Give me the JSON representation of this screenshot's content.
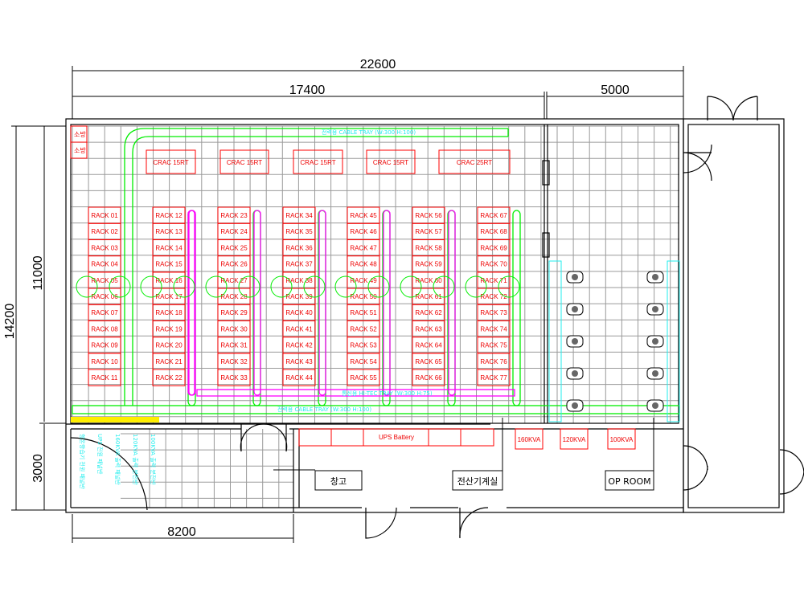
{
  "dimensions": {
    "total_width": "22600",
    "main_width": "17400",
    "op_width": "5000",
    "total_height": "14200",
    "main_height": "11000",
    "lower_height": "3000",
    "lower_left_width": "8200"
  },
  "fire_labels": [
    "소방",
    "소방"
  ],
  "crac_units": [
    "CRAC 15RT",
    "CRAC 15RT",
    "CRAC 15RT",
    "CRAC 15RT",
    "CRAC 25RT"
  ],
  "rack_columns": [
    [
      "RACK 01",
      "RACK 02",
      "RACK 03",
      "RACK 04",
      "RACK 05",
      "RACK 06",
      "RACK 07",
      "RACK 08",
      "RACK 09",
      "RACK 10",
      "RACK 11"
    ],
    [
      "RACK 12",
      "RACK 13",
      "RACK 14",
      "RACK 15",
      "RACK 16",
      "RACK 17",
      "RACK 18",
      "RACK 19",
      "RACK 20",
      "RACK 21",
      "RACK 22"
    ],
    [
      "RACK 23",
      "RACK 24",
      "RACK 25",
      "RACK 26",
      "RACK 27",
      "RACK 28",
      "RACK 29",
      "RACK 30",
      "RACK 31",
      "RACK 32",
      "RACK 33"
    ],
    [
      "RACK 34",
      "RACK 35",
      "RACK 36",
      "RACK 37",
      "RACK 38",
      "RACK 39",
      "RACK 40",
      "RACK 41",
      "RACK 42",
      "RACK 43",
      "RACK 44"
    ],
    [
      "RACK 45",
      "RACK 46",
      "RACK 47",
      "RACK 48",
      "RACK 49",
      "RACK 50",
      "RACK 51",
      "RACK 52",
      "RACK 53",
      "RACK 54",
      "RACK 55"
    ],
    [
      "RACK 56",
      "RACK 57",
      "RACK 58",
      "RACK 59",
      "RACK 60",
      "RACK 61",
      "RACK 62",
      "RACK 63",
      "RACK 64",
      "RACK 65",
      "RACK 66"
    ],
    [
      "RACK 67",
      "RACK 68",
      "RACK 69",
      "RACK 70",
      "RACK 71",
      "RACK 72",
      "RACK 73",
      "RACK 74",
      "RACK 75",
      "RACK 76",
      "RACK 77"
    ]
  ],
  "trays": {
    "power_top": "전력용 CABLE TRAY (W:300 H:100)",
    "comm": "통신용 HI-TEC TRAY (W:300 H:75)",
    "power_bottom": "전력용 CABLE TRAY (W:300 H:100)"
  },
  "panels": [
    "항온항습기 전원 패널반",
    "UPS 전원 패널반",
    "160KVA 출력 패널반",
    "120KVA 출력 분전반",
    "100KVA 출력 분전반"
  ],
  "ups_battery": "UPS Battery",
  "ups_units": [
    "160KVA",
    "120KVA",
    "100KVA"
  ],
  "rooms": {
    "storage": "창고",
    "computer_room": "전산기계실",
    "op_room": "OP ROOM"
  },
  "colors": {
    "rack": "#ff0000",
    "power_tray": "#00ee00",
    "comm_tray": "#ff00ff",
    "label": "#22dddd",
    "grid": "#999999",
    "wall": "#000000"
  }
}
